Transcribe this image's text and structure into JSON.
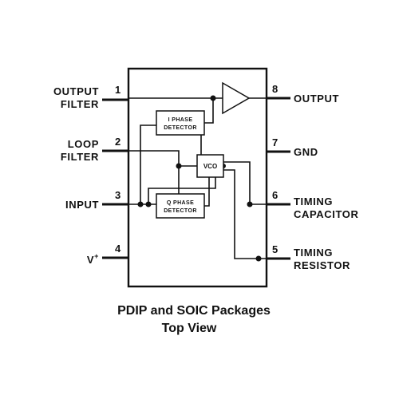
{
  "pins": {
    "p1": {
      "number": "1",
      "label_line1": "OUTPUT",
      "label_line2": "FILTER"
    },
    "p2": {
      "number": "2",
      "label_line1": "LOOP",
      "label_line2": "FILTER"
    },
    "p3": {
      "number": "3",
      "label": "INPUT"
    },
    "p4": {
      "number": "4",
      "label": "V",
      "label_sup": "+"
    },
    "p5": {
      "number": "5",
      "label_line1": "TIMING",
      "label_line2": "RESISTOR"
    },
    "p6": {
      "number": "6",
      "label_line1": "TIMING",
      "label_line2": "CAPACITOR"
    },
    "p7": {
      "number": "7",
      "label": "GND"
    },
    "p8": {
      "number": "8",
      "label": "OUTPUT"
    }
  },
  "blocks": {
    "i_phase": {
      "line1": "I PHASE",
      "line2": "DETECTOR"
    },
    "q_phase": {
      "line1": "Q PHASE",
      "line2": "DETECTOR"
    },
    "vco": {
      "label": "VCO"
    }
  },
  "caption": {
    "line1": "PDIP and SOIC Packages",
    "line2": "Top View"
  }
}
